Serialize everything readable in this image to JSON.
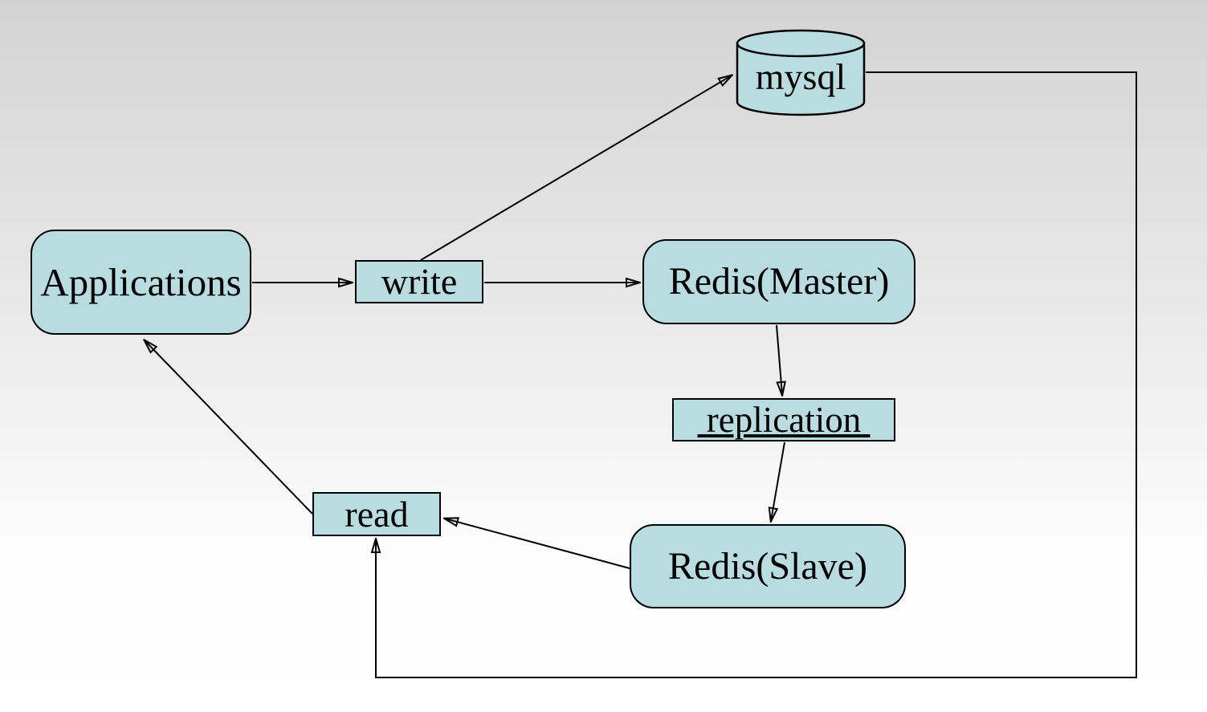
{
  "diagram": {
    "nodes": {
      "applications": {
        "label": "Applications",
        "shape": "rounded-rectangle"
      },
      "write": {
        "label": "write",
        "shape": "rectangle"
      },
      "redis_master": {
        "label": "Redis(Master)",
        "shape": "rounded-rectangle"
      },
      "mysql": {
        "label": "mysql",
        "shape": "database-cylinder"
      },
      "replication": {
        "label": "replication",
        "shape": "rectangle",
        "underlined": true
      },
      "redis_slave": {
        "label": "Redis(Slave)",
        "shape": "rounded-rectangle"
      },
      "read": {
        "label": "read",
        "shape": "rectangle"
      }
    },
    "edges": [
      {
        "from": "applications",
        "to": "write"
      },
      {
        "from": "write",
        "to": "redis_master"
      },
      {
        "from": "write",
        "to": "mysql"
      },
      {
        "from": "redis_master",
        "to": "replication"
      },
      {
        "from": "replication",
        "to": "redis_slave"
      },
      {
        "from": "redis_slave",
        "to": "read"
      },
      {
        "from": "read",
        "to": "applications"
      },
      {
        "from": "mysql",
        "to": "read",
        "route": "around-right-and-bottom-edges"
      }
    ],
    "colors": {
      "node_fill": "#b9dce1",
      "node_border": "#000000",
      "arrow": "#000000",
      "background_top": "#d3d3d3",
      "background_bottom": "#ffffff"
    }
  }
}
